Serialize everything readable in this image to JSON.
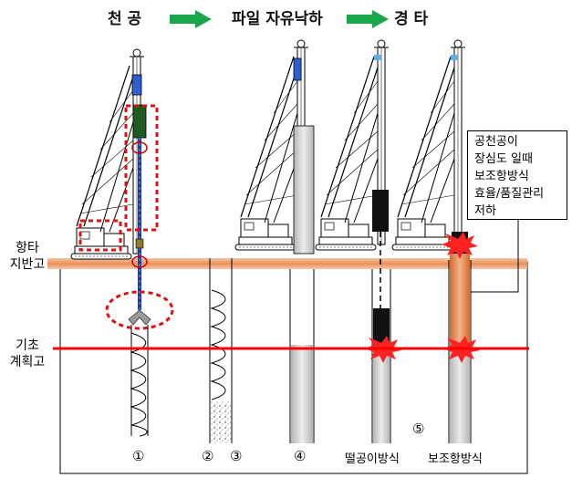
{
  "header": {
    "step1": "천 공",
    "step2": "파일 자유낙하",
    "step3": "경 타",
    "arrow_color": "#1aa64a"
  },
  "levels": {
    "ground": [
      "항타",
      "지반고"
    ],
    "foundation": [
      "기초",
      "계획고"
    ],
    "ground_line_color": "#e8905a",
    "foundation_line_color": "#ff0000"
  },
  "callout": {
    "lines": [
      "공천공이",
      "장심도 일때",
      "보조항방식",
      "효율/품질관리",
      "저하"
    ]
  },
  "stage_numbers": [
    "①",
    "②",
    "③",
    "④",
    "⑤"
  ],
  "captions": {
    "drop_method": "떨공이방식",
    "aux_method": "보조항방식"
  },
  "colors": {
    "highlight_dash": "#dd1111",
    "pile_fill": "#c8c8c8",
    "aux_pile": "#e8874f"
  }
}
